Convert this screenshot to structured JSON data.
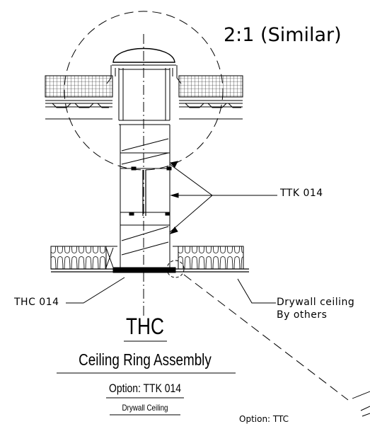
{
  "scale_label": "2:1 (Similar)",
  "callouts": {
    "tube": "TTK 014",
    "ring": "THC 014",
    "ceiling_line1": "Drywall ceiling",
    "ceiling_line2": "By others"
  },
  "title_block": {
    "product": "THC",
    "name": "Ceiling Ring Assembly",
    "option": "Option: TTK 014",
    "ceiling_type": "Drywall Ceiling"
  },
  "cut_off_text": "Option: TTC"
}
